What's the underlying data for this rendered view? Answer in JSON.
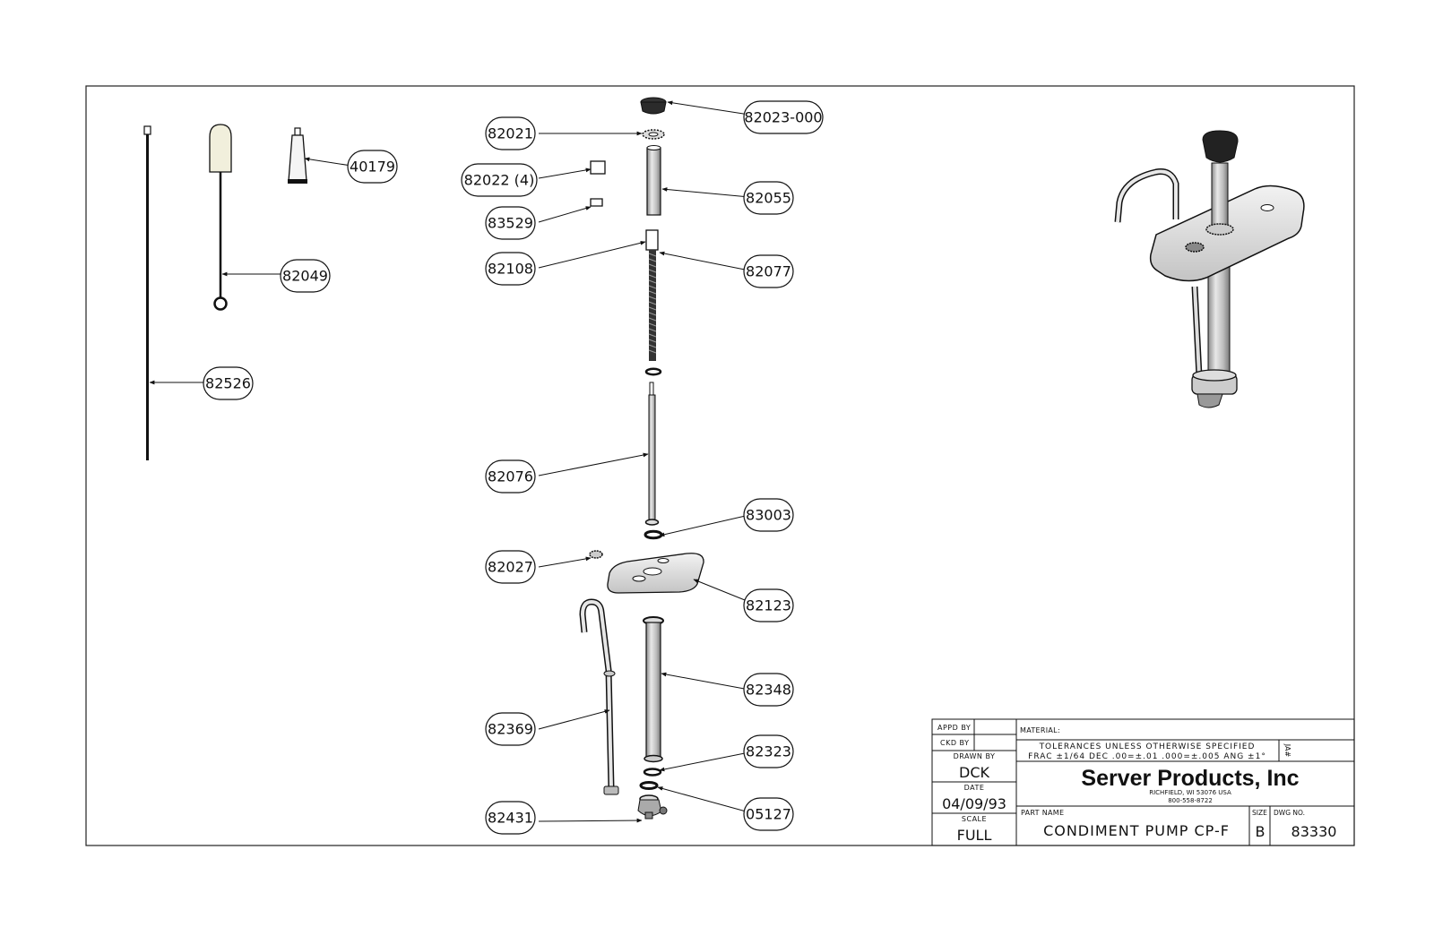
{
  "callouts": [
    {
      "id": "82023-000"
    },
    {
      "id": "82021"
    },
    {
      "id": "82022 (4)"
    },
    {
      "id": "82055"
    },
    {
      "id": "83529"
    },
    {
      "id": "82108"
    },
    {
      "id": "82077"
    },
    {
      "id": "40179"
    },
    {
      "id": "82049"
    },
    {
      "id": "82526"
    },
    {
      "id": "82076"
    },
    {
      "id": "83003"
    },
    {
      "id": "82027"
    },
    {
      "id": "82123"
    },
    {
      "id": "82348"
    },
    {
      "id": "82369"
    },
    {
      "id": "82323"
    },
    {
      "id": "82431"
    },
    {
      "id": "05127"
    }
  ],
  "title_block": {
    "appd_by_label": "APPD BY",
    "ckd_by_label": "CKD BY",
    "drawn_by_label": "DRAWN BY",
    "drawn_by": "DCK",
    "date_label": "DATE",
    "date": "04/09/93",
    "scale_label": "SCALE",
    "scale": "FULL",
    "material_label": "MATERIAL:",
    "tolerances_line1": "TOLERANCES UNLESS OTHERWISE SPECIFIED",
    "tolerances_line2": "FRAC ±1/64 DEC .00=±.01 .000=±.005 ANG ±1°",
    "ja_label": "JA#",
    "company": "Server Products, Inc",
    "address": "RICHFIELD, WI 53076 USA",
    "phone": "800-558-8722",
    "part_name_label": "PART NAME",
    "part_name": "CONDIMENT PUMP CP-F",
    "size_label": "SIZE",
    "size": "B",
    "dwg_no_label": "DWG NO.",
    "dwg_no": "83330"
  }
}
